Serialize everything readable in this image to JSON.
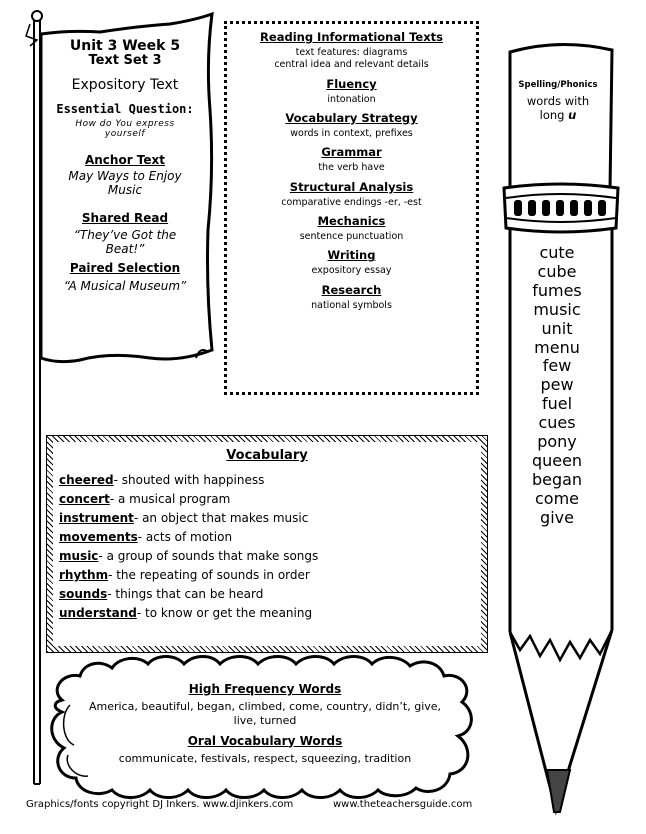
{
  "banner": {
    "unit": "Unit 3 Week 5",
    "text_set": "Text Set 3",
    "genre": "Expository Text",
    "essential_question_label": "Essential Question:",
    "essential_question": "How do You express yourself",
    "anchor_label": "Anchor Text",
    "anchor_title": "May Ways to Enjoy Music",
    "shared_label": "Shared Read",
    "shared_title": "“They’ve Got the Beat!”",
    "paired_label": "Paired Selection",
    "paired_title": "“A Musical Museum”"
  },
  "skills": [
    {
      "heading": "Reading Informational Texts",
      "body": "text features: diagrams\ncentral idea and relevant details"
    },
    {
      "heading": "Fluency",
      "body": "intonation"
    },
    {
      "heading": "Vocabulary Strategy",
      "body": "words in context, prefixes"
    },
    {
      "heading": "Grammar",
      "body": "the verb have"
    },
    {
      "heading": "Structural Analysis",
      "body": "comparative endings  -er,  -est"
    },
    {
      "heading": "Mechanics",
      "body": "sentence punctuation"
    },
    {
      "heading": "Writing",
      "body": "expository essay"
    },
    {
      "heading": "Research",
      "body": "national symbols"
    }
  ],
  "vocabulary": {
    "title": "Vocabulary",
    "items": [
      {
        "term": "cheered",
        "definition": "-  shouted with happiness"
      },
      {
        "term": "concert",
        "definition": "- a musical program"
      },
      {
        "term": "instrument",
        "definition": "- an object that makes music"
      },
      {
        "term": "movements",
        "definition": "- acts of motion"
      },
      {
        "term": "music",
        "definition": "- a group of sounds that make songs"
      },
      {
        "term": "rhythm",
        "definition": "- the repeating of sounds in order"
      },
      {
        "term": "sounds",
        "definition": "- things that can be heard"
      },
      {
        "term": "understand",
        "definition": "- to know or get the meaning"
      }
    ]
  },
  "cloud": {
    "hf_heading": "High Frequency Words",
    "hf_words": "America, beautiful, began, climbed, come, country, didn’t, give, live, turned",
    "oral_heading": "Oral Vocabulary Words",
    "oral_words": "communicate, festivals, respect, squeezing, tradition"
  },
  "pencil": {
    "heading": "Spelling/Phonics",
    "skill_line1": "words with",
    "skill_line2": "long ",
    "skill_letter": "u",
    "words": [
      "cute",
      "cube",
      "fumes",
      "music",
      "unit",
      "menu",
      "few",
      "pew",
      "fuel",
      "cues",
      "pony",
      "queen",
      "began",
      "come",
      "give"
    ]
  },
  "footer": {
    "left": "Graphics/fonts copyright DJ Inkers. www.djinkers.com",
    "right": "www.theteachersguide.com"
  }
}
